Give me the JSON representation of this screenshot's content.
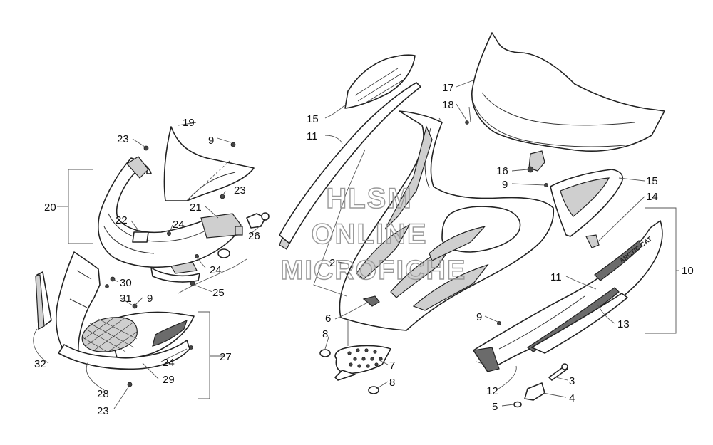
{
  "watermark": {
    "line1": "HLSM",
    "line2": "ONLINE",
    "line3": "MICROFICHE"
  },
  "decal_text": "ARCTIC CAT",
  "callouts": [
    {
      "id": "c19",
      "text": "19"
    },
    {
      "id": "c9a",
      "text": "9"
    },
    {
      "id": "c23a",
      "text": "23"
    },
    {
      "id": "c20",
      "text": "20"
    },
    {
      "id": "c23b",
      "text": "23"
    },
    {
      "id": "c21",
      "text": "21"
    },
    {
      "id": "c22",
      "text": "22"
    },
    {
      "id": "c24a",
      "text": "24"
    },
    {
      "id": "c26",
      "text": "26"
    },
    {
      "id": "c24b",
      "text": "24"
    },
    {
      "id": "c25",
      "text": "25"
    },
    {
      "id": "c30",
      "text": "30"
    },
    {
      "id": "c31",
      "text": "31"
    },
    {
      "id": "c9b",
      "text": "9"
    },
    {
      "id": "c32",
      "text": "32"
    },
    {
      "id": "c24c",
      "text": "24"
    },
    {
      "id": "c29",
      "text": "29"
    },
    {
      "id": "c27",
      "text": "27"
    },
    {
      "id": "c28",
      "text": "28"
    },
    {
      "id": "c23c",
      "text": "23"
    },
    {
      "id": "c15a",
      "text": "15"
    },
    {
      "id": "c11a",
      "text": "11"
    },
    {
      "id": "c2",
      "text": "2"
    },
    {
      "id": "c6",
      "text": "6"
    },
    {
      "id": "c8a",
      "text": "8"
    },
    {
      "id": "c7",
      "text": "7"
    },
    {
      "id": "c8b",
      "text": "8"
    },
    {
      "id": "c17",
      "text": "17"
    },
    {
      "id": "c18",
      "text": "18"
    },
    {
      "id": "c16",
      "text": "16"
    },
    {
      "id": "c9c",
      "text": "9"
    },
    {
      "id": "c15b",
      "text": "15"
    },
    {
      "id": "c14",
      "text": "14"
    },
    {
      "id": "c10",
      "text": "10"
    },
    {
      "id": "c11b",
      "text": "11"
    },
    {
      "id": "c13",
      "text": "13"
    },
    {
      "id": "c9d",
      "text": "9"
    },
    {
      "id": "c3",
      "text": "3"
    },
    {
      "id": "c12",
      "text": "12"
    },
    {
      "id": "c4",
      "text": "4"
    },
    {
      "id": "c5",
      "text": "5"
    }
  ]
}
